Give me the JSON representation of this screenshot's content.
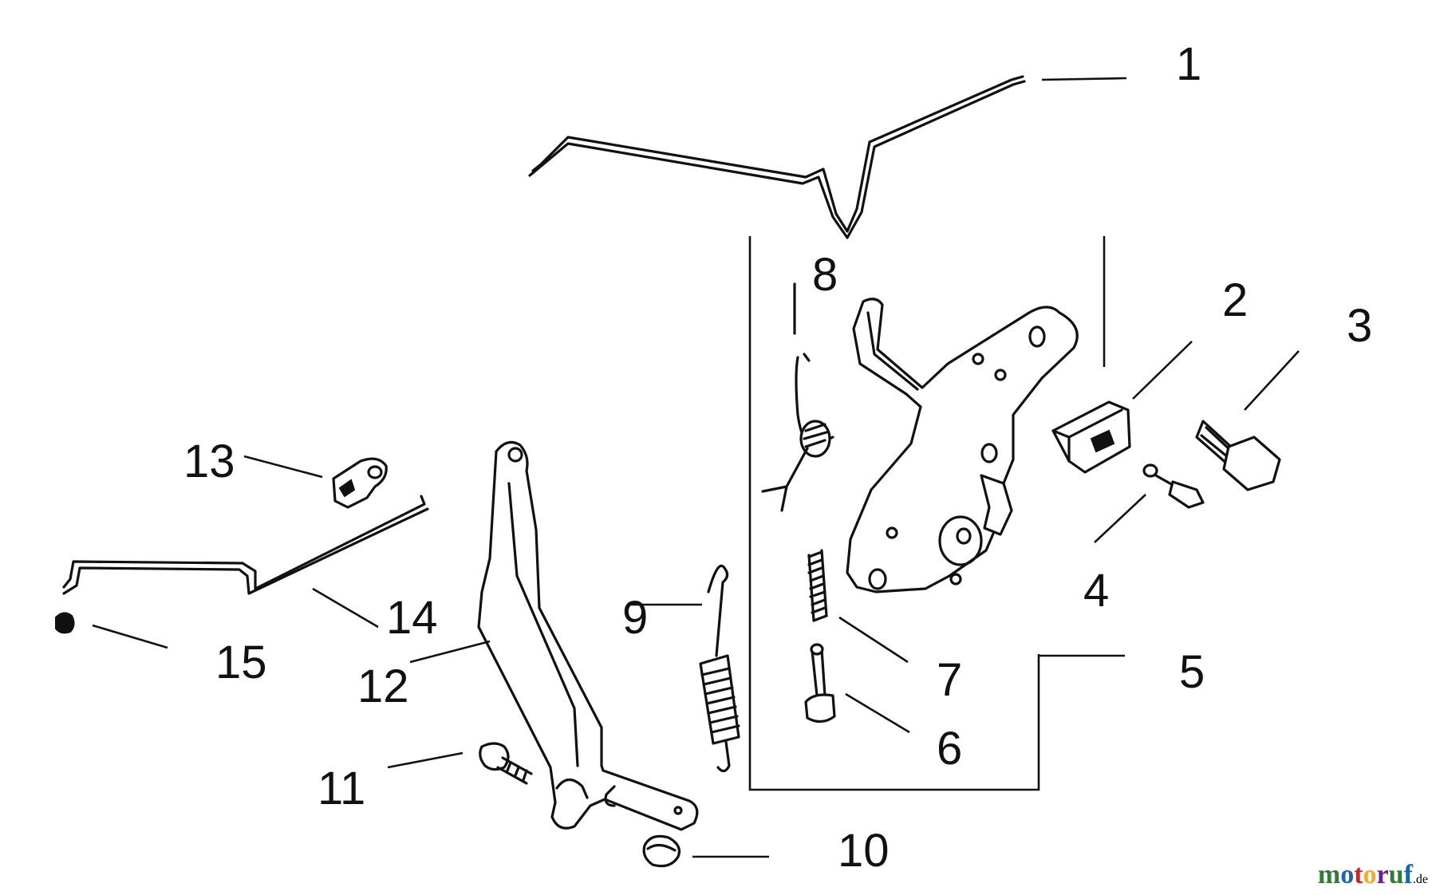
{
  "diagram": {
    "callouts": {
      "c1": "1",
      "c2": "2",
      "c3": "3",
      "c4": "4",
      "c5": "5",
      "c6": "6",
      "c7": "7",
      "c8": "8",
      "c9": "9",
      "c10": "10",
      "c11": "11",
      "c12": "12",
      "c13": "13",
      "c14": "14",
      "c15": "15"
    }
  },
  "watermark": {
    "text": "motoruf",
    "suffix": ".de",
    "colors": [
      "#2e7d32",
      "#1565c0",
      "#c62828",
      "#f9a825",
      "#6a1b9a",
      "#2e7d32",
      "#1565c0"
    ]
  }
}
